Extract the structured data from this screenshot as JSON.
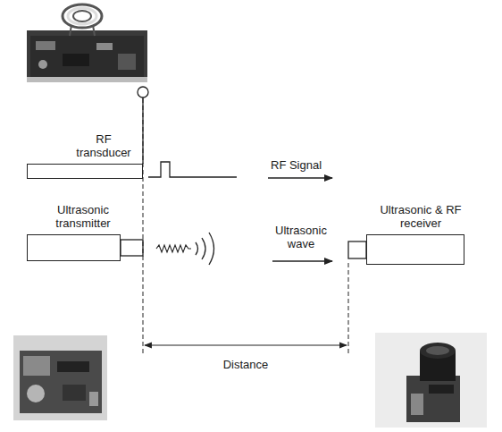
{
  "diagram": {
    "nodes": [
      {
        "text": [
          "RF transducer"
        ]
      },
      {
        "text": [
          "Ultrasonic transmitter"
        ]
      },
      {
        "text": [
          "Ultrasonic & RF receiver"
        ]
      }
    ],
    "labels": [
      "RF Signal",
      "Ultrasonic wave",
      "Distance"
    ]
  }
}
